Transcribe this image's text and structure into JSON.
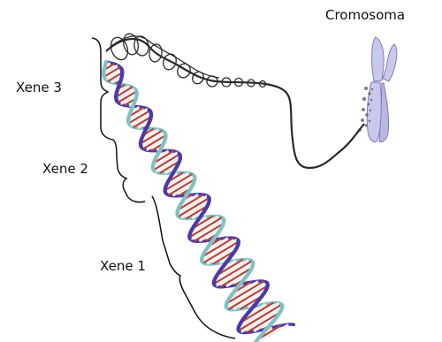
{
  "labels": {
    "chromosome": "Cromosoma",
    "gene3": "Xene 3",
    "gene2": "Xene 2",
    "gene1": "Xene 1"
  },
  "colors": {
    "strand_purple": "#4a3aa8",
    "strand_teal": "#7fc2c4",
    "base_pair_red": "#b8463e",
    "base_pair_light": "#f3ece8",
    "chromosome_fill": "#c9c9ee",
    "chromosome_stroke": "#7c7cb4",
    "dark_dna": "#2a2a2a",
    "bracket": "#111111"
  }
}
